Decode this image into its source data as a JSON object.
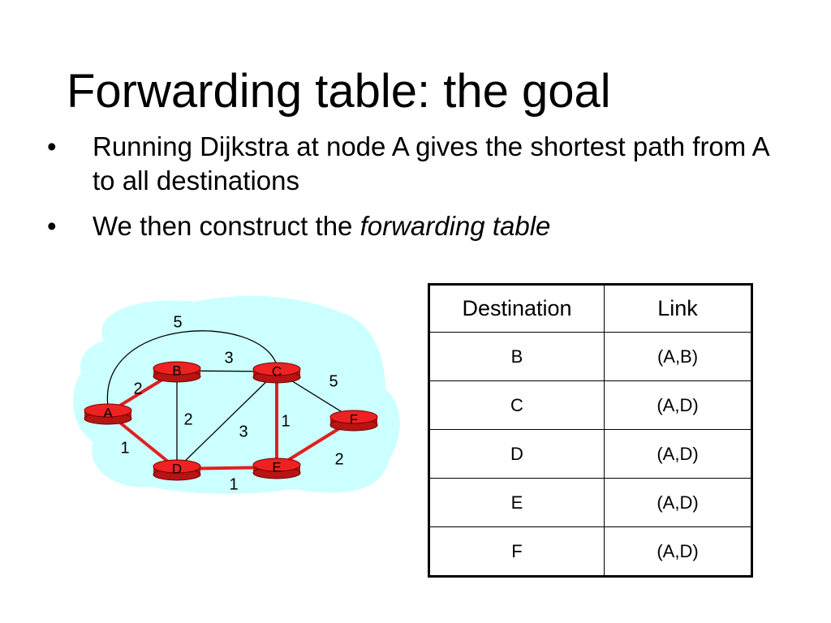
{
  "title": "Forwarding table: the goal",
  "bullets": [
    {
      "marker": "•",
      "text": "Running Dijkstra at node A gives the shortest path from A to all destinations"
    },
    {
      "marker": "•",
      "text": "We then construct the ",
      "emphasis": "forwarding table"
    }
  ],
  "graph": {
    "nodes": [
      "A",
      "B",
      "C",
      "D",
      "E",
      "F"
    ],
    "edges": [
      {
        "from": "A",
        "to": "B",
        "weight": "2",
        "shortest_path": true
      },
      {
        "from": "A",
        "to": "D",
        "weight": "1",
        "shortest_path": true
      },
      {
        "from": "A",
        "to": "C",
        "weight": "5",
        "shortest_path": false
      },
      {
        "from": "B",
        "to": "C",
        "weight": "3",
        "shortest_path": false
      },
      {
        "from": "B",
        "to": "D",
        "weight": "2",
        "shortest_path": false
      },
      {
        "from": "D",
        "to": "C",
        "weight": "3",
        "shortest_path": false
      },
      {
        "from": "D",
        "to": "E",
        "weight": "1",
        "shortest_path": true
      },
      {
        "from": "C",
        "to": "E",
        "weight": "1",
        "shortest_path": true
      },
      {
        "from": "C",
        "to": "F",
        "weight": "5",
        "shortest_path": false
      },
      {
        "from": "E",
        "to": "F",
        "weight": "2",
        "shortest_path": true
      }
    ],
    "colors": {
      "cloud": "#ccffff",
      "router": "#ee2222",
      "shortest_path": "#e02020",
      "edge": "#000000"
    }
  },
  "table": {
    "headers": [
      "Destination",
      "Link"
    ],
    "rows": [
      [
        "B",
        "(A,B)"
      ],
      [
        "C",
        "(A,D)"
      ],
      [
        "D",
        "(A,D)"
      ],
      [
        "E",
        "(A,D)"
      ],
      [
        "F",
        "(A,D)"
      ]
    ]
  }
}
